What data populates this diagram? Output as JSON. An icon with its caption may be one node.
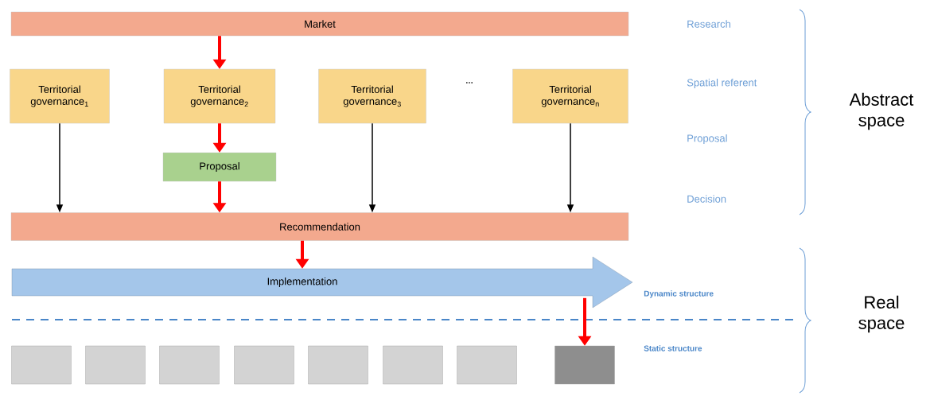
{
  "diagram": {
    "nodes": [
      {
        "text": [
          "Market"
        ]
      },
      {
        "text": [
          "Territorial governance$_{1}$"
        ]
      },
      {
        "text": [
          "Territorial governance$_{2}$"
        ]
      },
      {
        "text": [
          "Territorial governance$_{3}$"
        ]
      },
      {
        "text": [
          "Territorial governance$_{n}$"
        ]
      },
      {
        "text": [
          "Proposal"
        ]
      },
      {
        "text": [
          "Recommendation"
        ]
      },
      {
        "text": [
          "Implementation"
        ]
      },
      {
        "text": [],
        "shape": "box"
      },
      {
        "text": [],
        "shape": "box"
      },
      {
        "text": [],
        "shape": "box"
      },
      {
        "text": [],
        "shape": "box"
      },
      {
        "text": [],
        "shape": "box"
      },
      {
        "text": [],
        "shape": "box"
      },
      {
        "text": [],
        "shape": "box"
      },
      {
        "text": [],
        "shape": "box"
      }
    ],
    "edges": [
      {
        "from": 0,
        "to": 2,
        "arrow": "to"
      },
      {
        "from": 2,
        "to": 5,
        "arrow": "to"
      },
      {
        "from": 5,
        "to": 6,
        "arrow": "to"
      },
      {
        "from": 1,
        "to": 6,
        "arrow": "to",
        "color": "#000000"
      },
      {
        "from": 3,
        "to": 6,
        "arrow": "to",
        "color": "#000000"
      },
      {
        "from": 4,
        "to": 6,
        "arrow": "to",
        "color": "#000000"
      },
      {
        "from": 6,
        "to": 7,
        "arrow": "to"
      },
      {
        "from": 7,
        "to": 15,
        "arrow": "to"
      }
    ],
    "labels": [
      "…",
      "Research",
      "Spatial referent",
      "Proposal",
      "Decision",
      "Abstract space",
      "Dynamic structure",
      "Static structure",
      "Real space"
    ]
  }
}
